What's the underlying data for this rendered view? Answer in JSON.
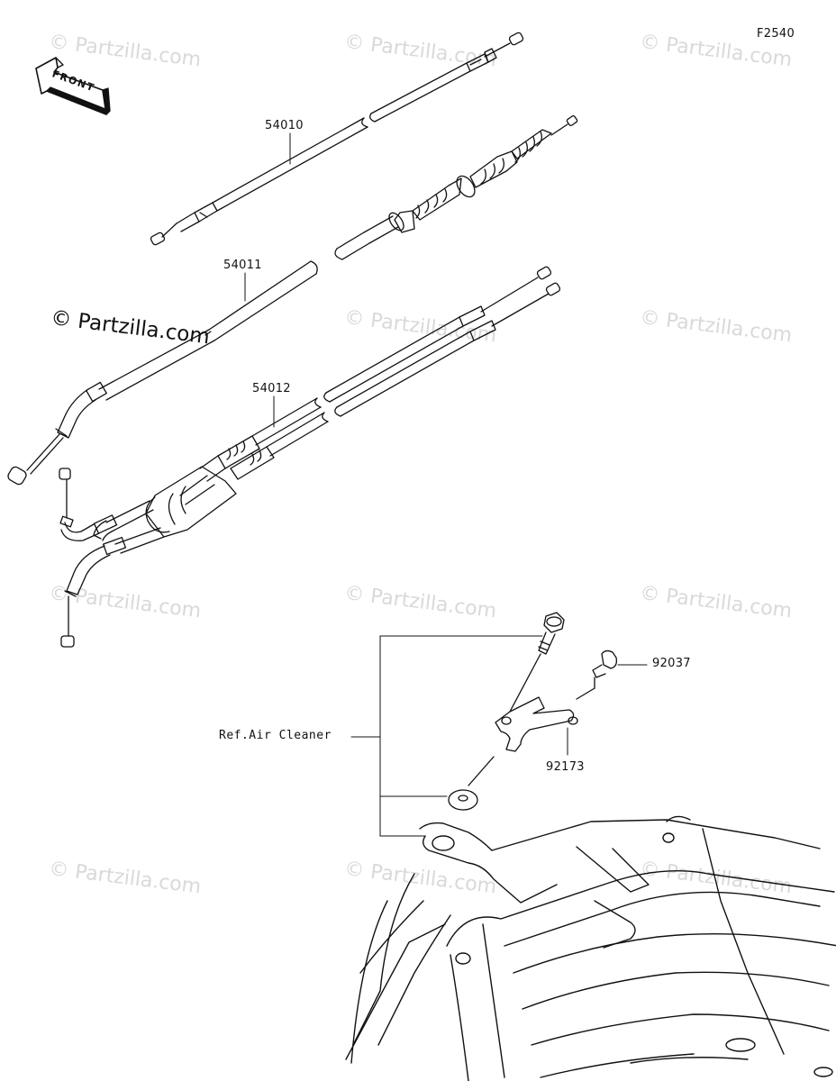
{
  "figure_code": "F2540",
  "front_arrow_label": "FRONT",
  "watermark_text": "© Partzilla.com",
  "callouts": {
    "cable_clutch": "54010",
    "cable_choke": "54011",
    "cable_throttle": "54012",
    "clamp": "92037",
    "bracket": "92173",
    "ref_air_cleaner": "Ref.Air Cleaner"
  },
  "colors": {
    "line": "#111111",
    "watermark": "#d9d9d9",
    "background": "#ffffff"
  }
}
